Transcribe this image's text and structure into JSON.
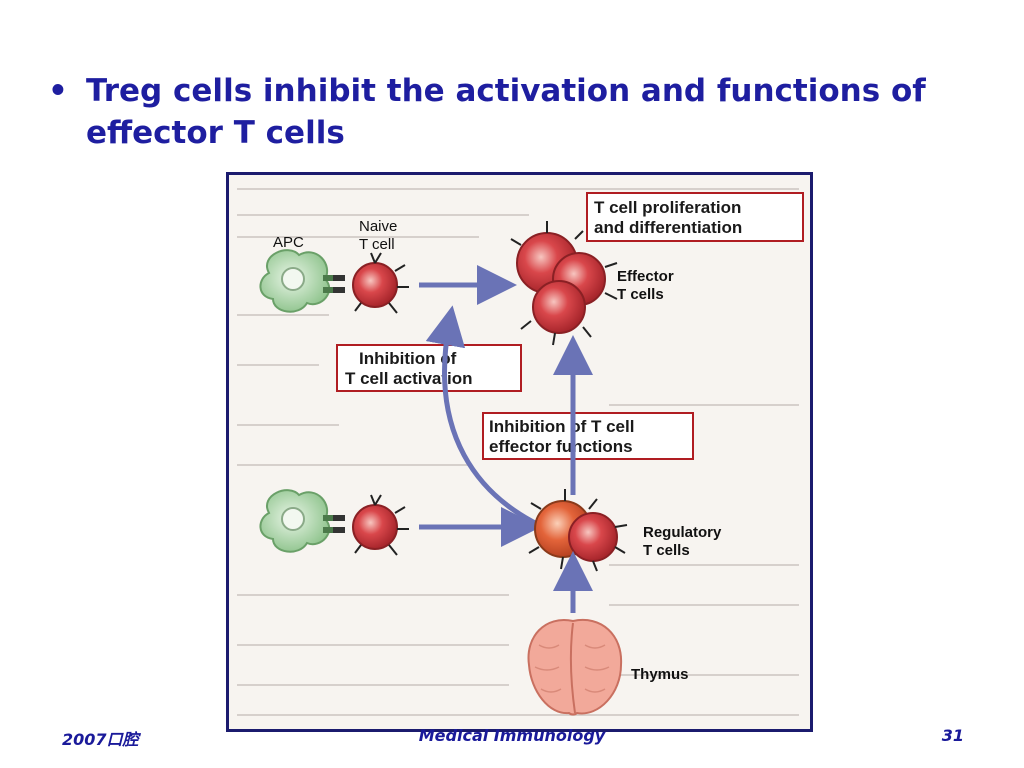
{
  "slide": {
    "bullet": "Treg cells inhibit the activation and functions of effector T cells",
    "footer_left": "2007口腔",
    "footer_center": "Medical Immunology",
    "footer_right": "31"
  },
  "diagram": {
    "apc_label": "APC",
    "naive_label_line1": "Naive",
    "naive_label_line2": "T cell",
    "effector_label_line1": "Effector",
    "effector_label_line2": "T cells",
    "regulatory_label_line1": "Regulatory",
    "regulatory_label_line2": "T cells",
    "thymus_label": "Thymus",
    "box_proliferation_line1": "T cell proliferation",
    "box_proliferation_line2": "and differentiation",
    "box_activation_line1": "Inhibition of",
    "box_activation_line2": "T cell activation",
    "box_effector_line1": "Inhibition of T cell",
    "box_effector_line2": "effector functions"
  },
  "colors": {
    "title_blue": "#1e1ea0",
    "box_border": "#b01d22",
    "arrow": "#6a73b6",
    "effector_cell": "#d9474b",
    "regulatory_cell": "#e3643a",
    "apc": "#9ccc9a",
    "thymus": "#f2a99a"
  }
}
